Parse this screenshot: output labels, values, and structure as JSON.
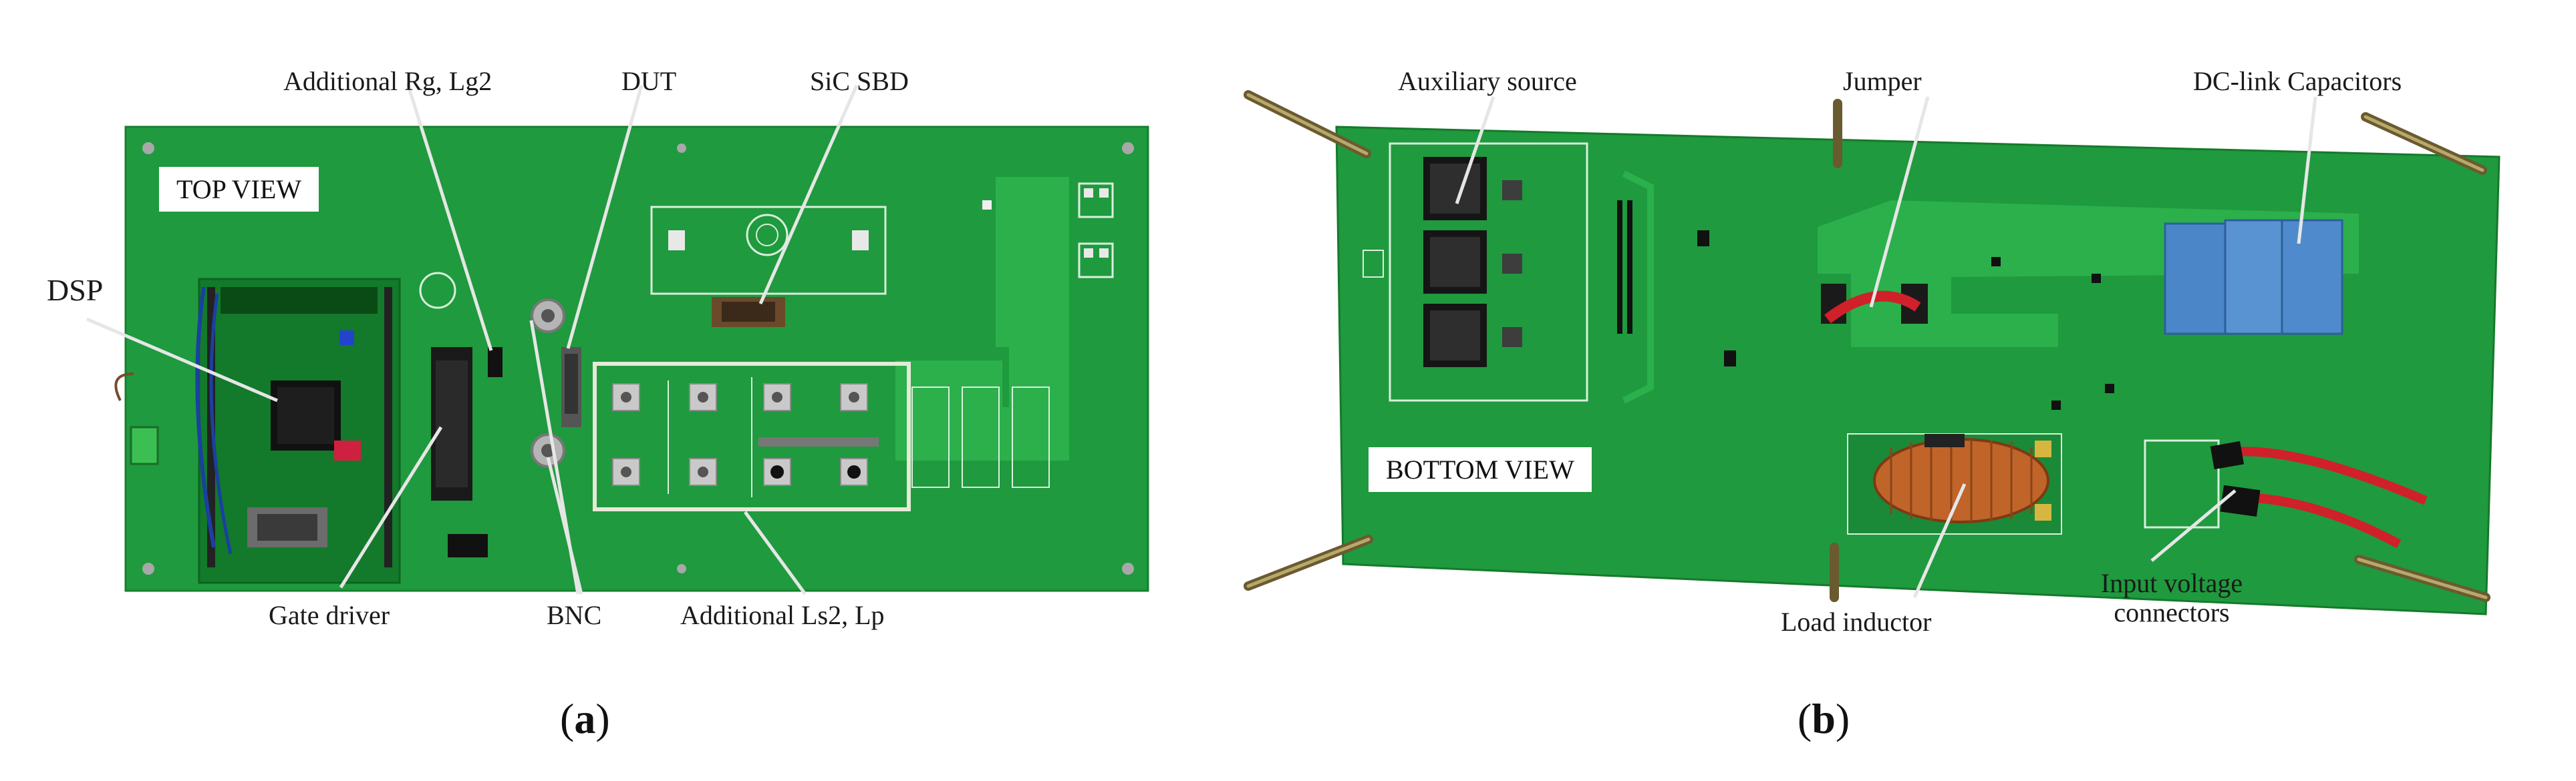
{
  "panel_a": {
    "view_label": "TOP VIEW",
    "labels": {
      "rg_lg2": "Additional Rg, Lg2",
      "dut": "DUT",
      "sic_sbd": "SiC SBD",
      "dsp": "DSP",
      "gate_driver": "Gate driver",
      "bnc": "BNC",
      "ls2_lp": "Additional Ls2, Lp"
    },
    "caption_open": "(",
    "caption_letter": "a",
    "caption_close": ")"
  },
  "panel_b": {
    "view_label": "BOTTOM VIEW",
    "labels": {
      "aux_source": "Auxiliary source",
      "jumper": "Jumper",
      "dc_link": "DC-link Capacitors",
      "load_inductor": "Load inductor",
      "input_voltage_line1": "Input voltage",
      "input_voltage_line2": "connectors"
    },
    "caption_open": "(",
    "caption_letter": "b",
    "caption_close": ")"
  },
  "colors": {
    "pcb_green": "#1f9a3e",
    "pcb_dark": "#17822f",
    "pcb_trace": "#2bb04c",
    "silkscreen": "#d9f0dc",
    "capacitor_blue": "#4a86c8",
    "inductor_copper": "#c0642a",
    "cable_red": "#d0202a"
  }
}
